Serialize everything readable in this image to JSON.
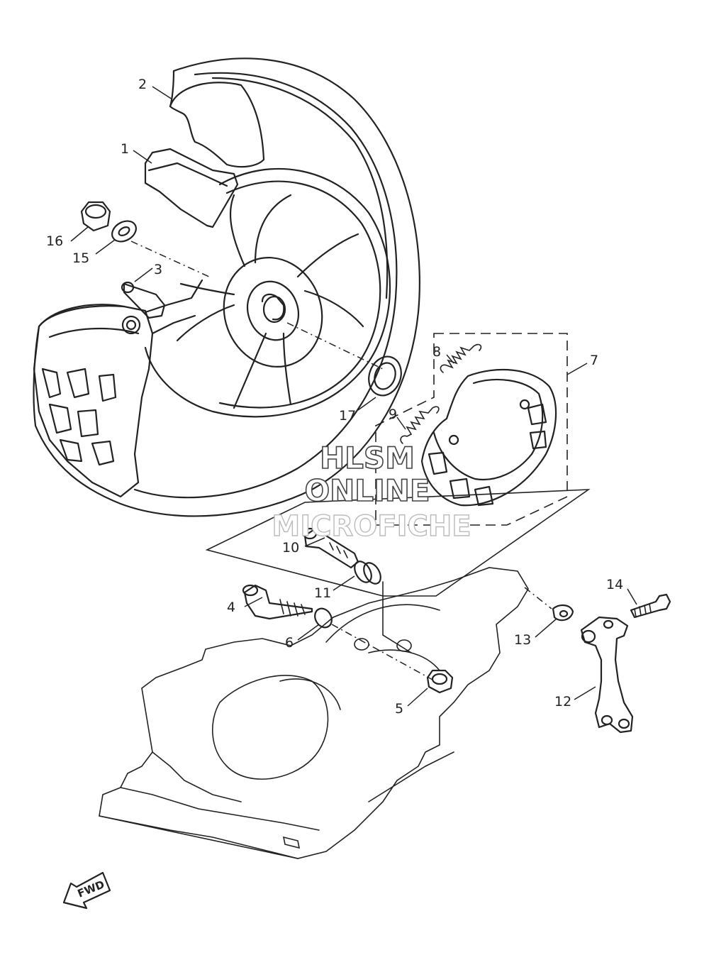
{
  "callouts": [
    {
      "id": "c1",
      "label": "1"
    },
    {
      "id": "c2",
      "label": "2"
    },
    {
      "id": "c3",
      "label": "3"
    },
    {
      "id": "c4",
      "label": "4"
    },
    {
      "id": "c5",
      "label": "5"
    },
    {
      "id": "c6",
      "label": "6"
    },
    {
      "id": "c7",
      "label": "7"
    },
    {
      "id": "c8",
      "label": "8"
    },
    {
      "id": "c9",
      "label": "9"
    },
    {
      "id": "c10",
      "label": "10"
    },
    {
      "id": "c11",
      "label": "11"
    },
    {
      "id": "c12",
      "label": "12"
    },
    {
      "id": "c13",
      "label": "13"
    },
    {
      "id": "c14",
      "label": "14"
    },
    {
      "id": "c15",
      "label": "15"
    },
    {
      "id": "c16",
      "label": "16"
    },
    {
      "id": "c17",
      "label": "17"
    }
  ],
  "watermark": {
    "line1": "HLSM",
    "line2": "ONLINE",
    "line3": "MICROFICHE"
  },
  "fwd_label": "FWD"
}
